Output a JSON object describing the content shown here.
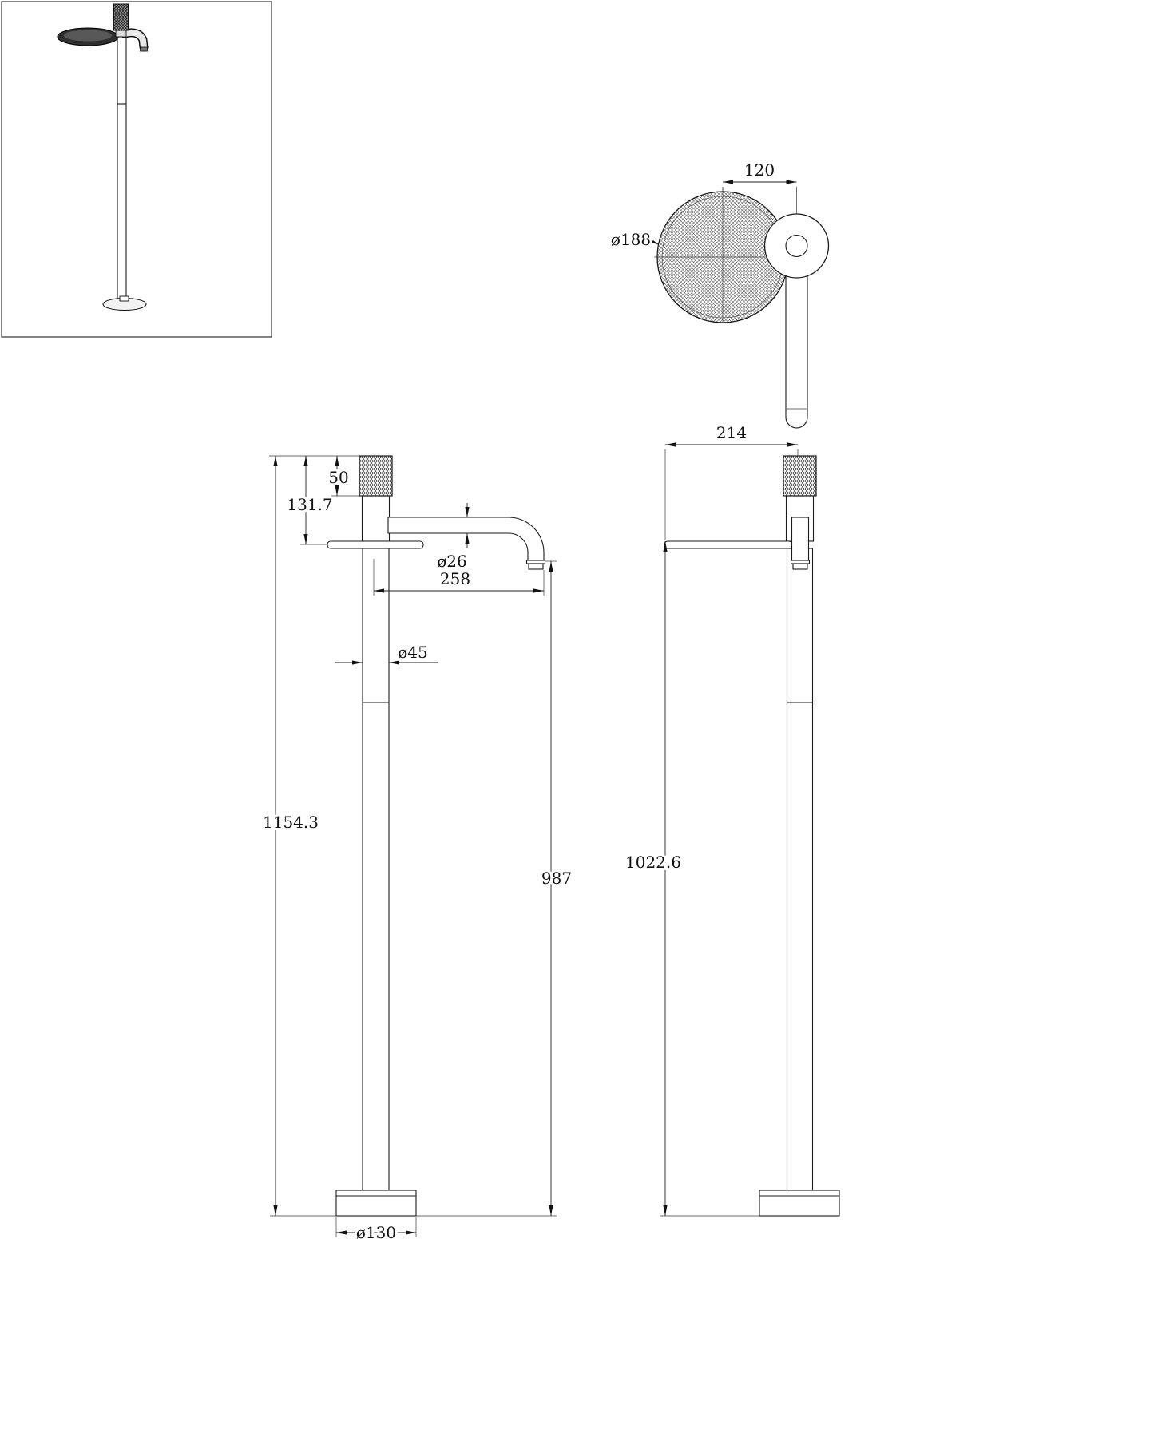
{
  "drawing": {
    "background": "#ffffff",
    "line_color": "#1a1a1a"
  },
  "views": {
    "top_view": {
      "dim_center_offset": "120",
      "dim_dish_diameter": "ø188"
    },
    "front_view": {
      "dim_handle_height": "50",
      "dim_upper_section_height": "131.7",
      "dim_spout_diameter": "ø26",
      "dim_spout_reach": "258",
      "dim_column_diameter": "ø45",
      "dim_total_height": "1154.3",
      "dim_spout_outlet_height": "987",
      "dim_base_diameter": "ø130"
    },
    "side_view": {
      "dim_overall_depth": "214",
      "dim_column_height": "1022.6"
    }
  }
}
